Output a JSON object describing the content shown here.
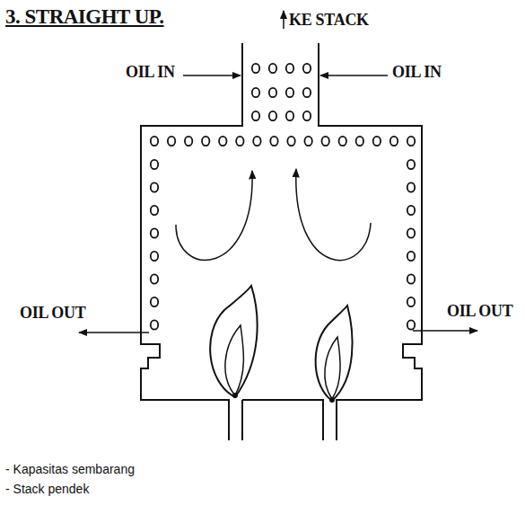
{
  "diagram": {
    "title": "3. STRAIGHT UP.",
    "labels": [
      "KE STACK",
      "OIL IN",
      "OIL IN",
      "OIL OUT",
      "OIL OUT",
      "- Kapasitas sembarang",
      "- Stack pendek"
    ]
  }
}
